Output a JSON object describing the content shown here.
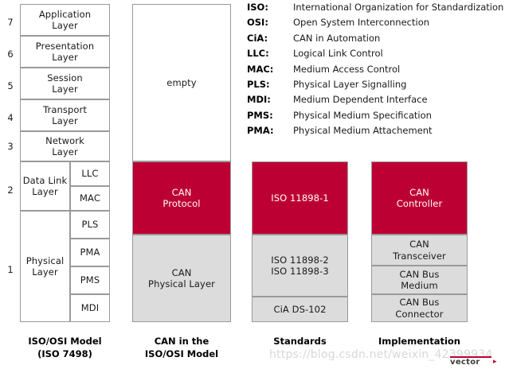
{
  "diagram": {
    "title": "CAN in the ISO/OSI Model",
    "colors": {
      "red": "#bd0033",
      "gray": "#dcdcdc",
      "border": "#9a9a9a",
      "white": "#ffffff"
    }
  },
  "layer_numbers": [
    "7",
    "6",
    "5",
    "4",
    "3",
    "2",
    "1"
  ],
  "osi_column": {
    "caption_line1": "ISO/OSI Model",
    "caption_line2": "(ISO 7498)",
    "layers": [
      {
        "number": "7",
        "name_line1": "Application",
        "name_line2": "Layer",
        "sublayers": []
      },
      {
        "number": "6",
        "name_line1": "Presentation",
        "name_line2": "Layer",
        "sublayers": []
      },
      {
        "number": "5",
        "name_line1": "Session",
        "name_line2": "Layer",
        "sublayers": []
      },
      {
        "number": "4",
        "name_line1": "Transport",
        "name_line2": "Layer",
        "sublayers": []
      },
      {
        "number": "3",
        "name_line1": "Network",
        "name_line2": "Layer",
        "sublayers": []
      },
      {
        "number": "2",
        "name_line1": "Data Link",
        "name_line2": "Layer",
        "sublayers": [
          "LLC",
          "MAC"
        ]
      },
      {
        "number": "1",
        "name_line1": "Physical",
        "name_line2": "Layer",
        "sublayers": [
          "PLS",
          "PMA",
          "PMS",
          "MDI"
        ]
      }
    ]
  },
  "can_column": {
    "caption_line1": "CAN in the",
    "caption_line2": "ISO/OSI Model",
    "blocks": [
      {
        "label_line1": "empty",
        "label_line2": "",
        "fill": "white"
      },
      {
        "label_line1": "CAN",
        "label_line2": "Protocol",
        "fill": "red"
      },
      {
        "label_line1": "CAN",
        "label_line2": "Physical Layer",
        "fill": "gray"
      }
    ]
  },
  "standards_column": {
    "caption_line1": "Standards",
    "caption_line2": "",
    "blocks": [
      {
        "label_line1": "ISO 11898-1",
        "label_line2": "",
        "fill": "red"
      },
      {
        "label_line1": "ISO 11898-2",
        "label_line2": "ISO 11898-3",
        "fill": "gray"
      },
      {
        "label_line1": "CiA DS-102",
        "label_line2": "",
        "fill": "gray"
      }
    ]
  },
  "implementation_column": {
    "caption_line1": "Implementation",
    "caption_line2": "",
    "blocks": [
      {
        "label_line1": "CAN",
        "label_line2": "Controller",
        "fill": "red"
      },
      {
        "label_line1": "CAN",
        "label_line2": "Transceiver",
        "fill": "gray"
      },
      {
        "label_line1": "CAN Bus",
        "label_line2": "Medium",
        "fill": "gray"
      },
      {
        "label_line1": "CAN Bus",
        "label_line2": "Connector",
        "fill": "gray"
      }
    ]
  },
  "legend": [
    {
      "abbr": "ISO:",
      "desc": "International Organization for Standardization"
    },
    {
      "abbr": "OSI:",
      "desc": "Open System Interconnection"
    },
    {
      "abbr": "CiA:",
      "desc": "CAN in Automation"
    },
    {
      "abbr": "LLC:",
      "desc": "Logical Link Control"
    },
    {
      "abbr": "MAC:",
      "desc": "Medium Access Control"
    },
    {
      "abbr": "PLS:",
      "desc": "Physical Layer Signalling"
    },
    {
      "abbr": "MDI:",
      "desc": "Medium Dependent Interface"
    },
    {
      "abbr": "PMS:",
      "desc": "Physical Medium Specification"
    },
    {
      "abbr": "PMA:",
      "desc": "Physical Medium Attachement"
    }
  ],
  "watermark": {
    "url": "https://blog.csdn.net/weixin_42399934",
    "logo_text": "vector",
    "logo_tick": "▸"
  }
}
